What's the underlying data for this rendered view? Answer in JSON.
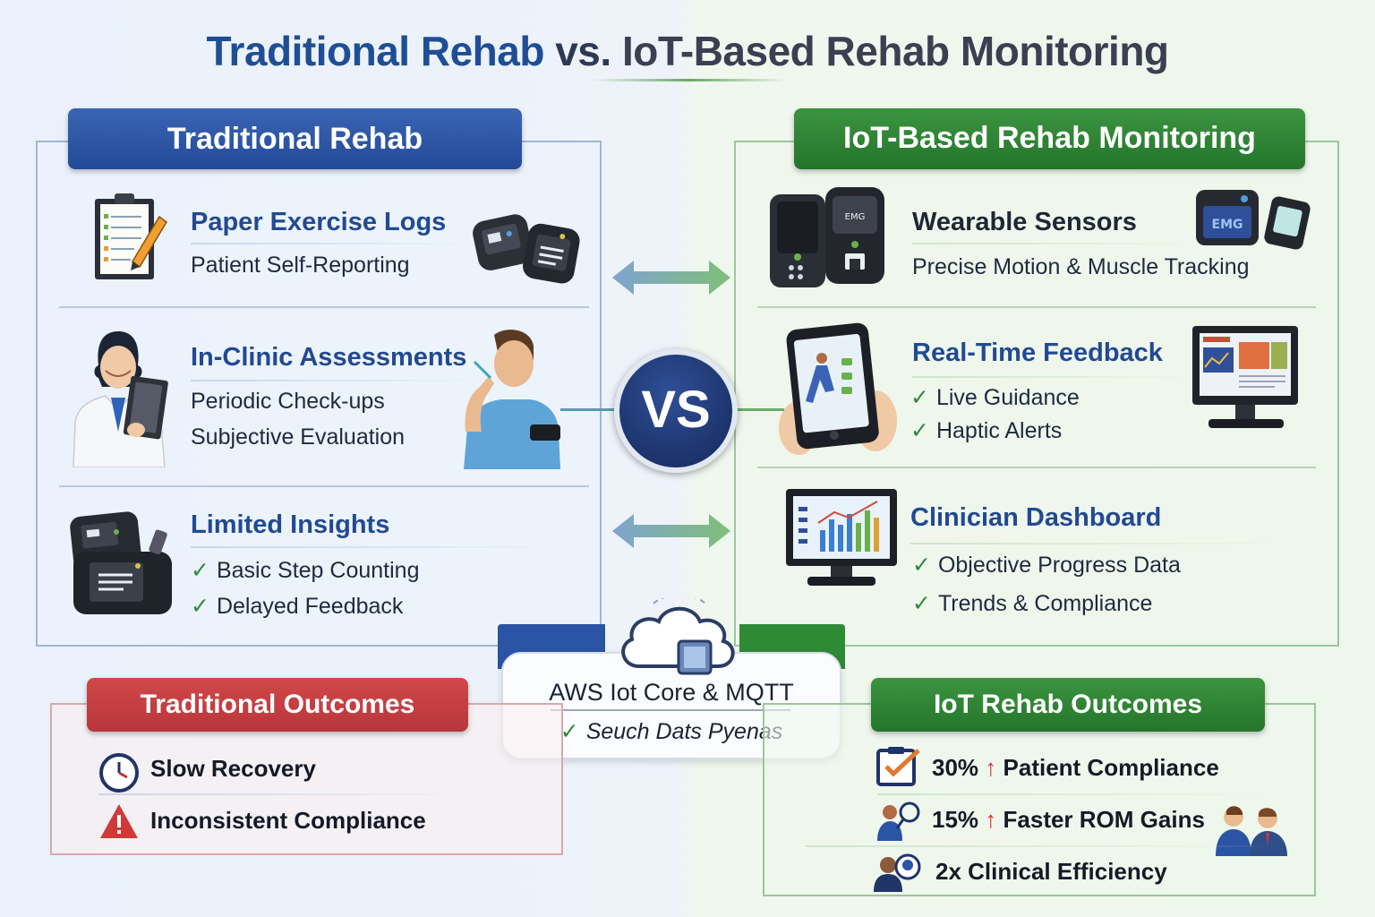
{
  "title": {
    "part1": "Traditional Rehab",
    "part2": "vs.",
    "part3": "IoT-Based Rehab Monitoring"
  },
  "left": {
    "banner": "Traditional Rehab",
    "items": [
      {
        "title": "Paper Exercise Logs",
        "sub": "Patient Self-Reporting"
      },
      {
        "title": "In-Clinic Assessments",
        "lines": [
          "Periodic Check-ups",
          "Subjective Evaluation"
        ]
      },
      {
        "title": "Limited Insights",
        "checks": [
          "Basic Step Counting",
          "Delayed Feedback"
        ]
      }
    ]
  },
  "right": {
    "banner": "IoT-Based Rehab Monitoring",
    "items": [
      {
        "title": "Wearable Sensors",
        "sub": "Precise Motion & Muscle Tracking",
        "device_label": "EMG"
      },
      {
        "title": "Real-Time Feedback",
        "checks": [
          "Live Guidance",
          "Haptic Alerts"
        ]
      },
      {
        "title": "Clinician Dashboard",
        "checks": [
          "Objective Progress Data",
          "Trends & Compliance"
        ]
      }
    ]
  },
  "vs": "VS",
  "cloud": {
    "title": "AWS Iot Core & MQTT",
    "sub": "Seuch Dats Pyenas"
  },
  "traditional_outcomes": {
    "banner": "Traditional Outcomes",
    "items": [
      "Slow Recovery",
      "Inconsistent Compliance"
    ]
  },
  "iot_outcomes": {
    "banner": "IoT Rehab Outcomes",
    "items": [
      {
        "value": "30%",
        "label": "Patient Compliance"
      },
      {
        "value": "15%",
        "label": "Faster ROM Gains"
      },
      {
        "value": "2x",
        "label": "Clinical Efficiency"
      }
    ]
  },
  "colors": {
    "trad_blue": "#234a97",
    "iot_green": "#24752b",
    "outcome_red": "#b8363a",
    "vs_navy": "#15285a"
  },
  "icons": [
    "clipboard-icon",
    "pedometer-device-icon",
    "clinician-icon",
    "patient-icon",
    "step-counter-icon",
    "wearable-sensor-icon",
    "emg-sensor-icon",
    "smartphone-icon",
    "monitor-icon",
    "dashboard-monitor-icon",
    "cloud-icon",
    "clock-icon",
    "warning-icon",
    "checklist-icon",
    "magnifier-person-icon",
    "users-icon",
    "team-icon"
  ]
}
